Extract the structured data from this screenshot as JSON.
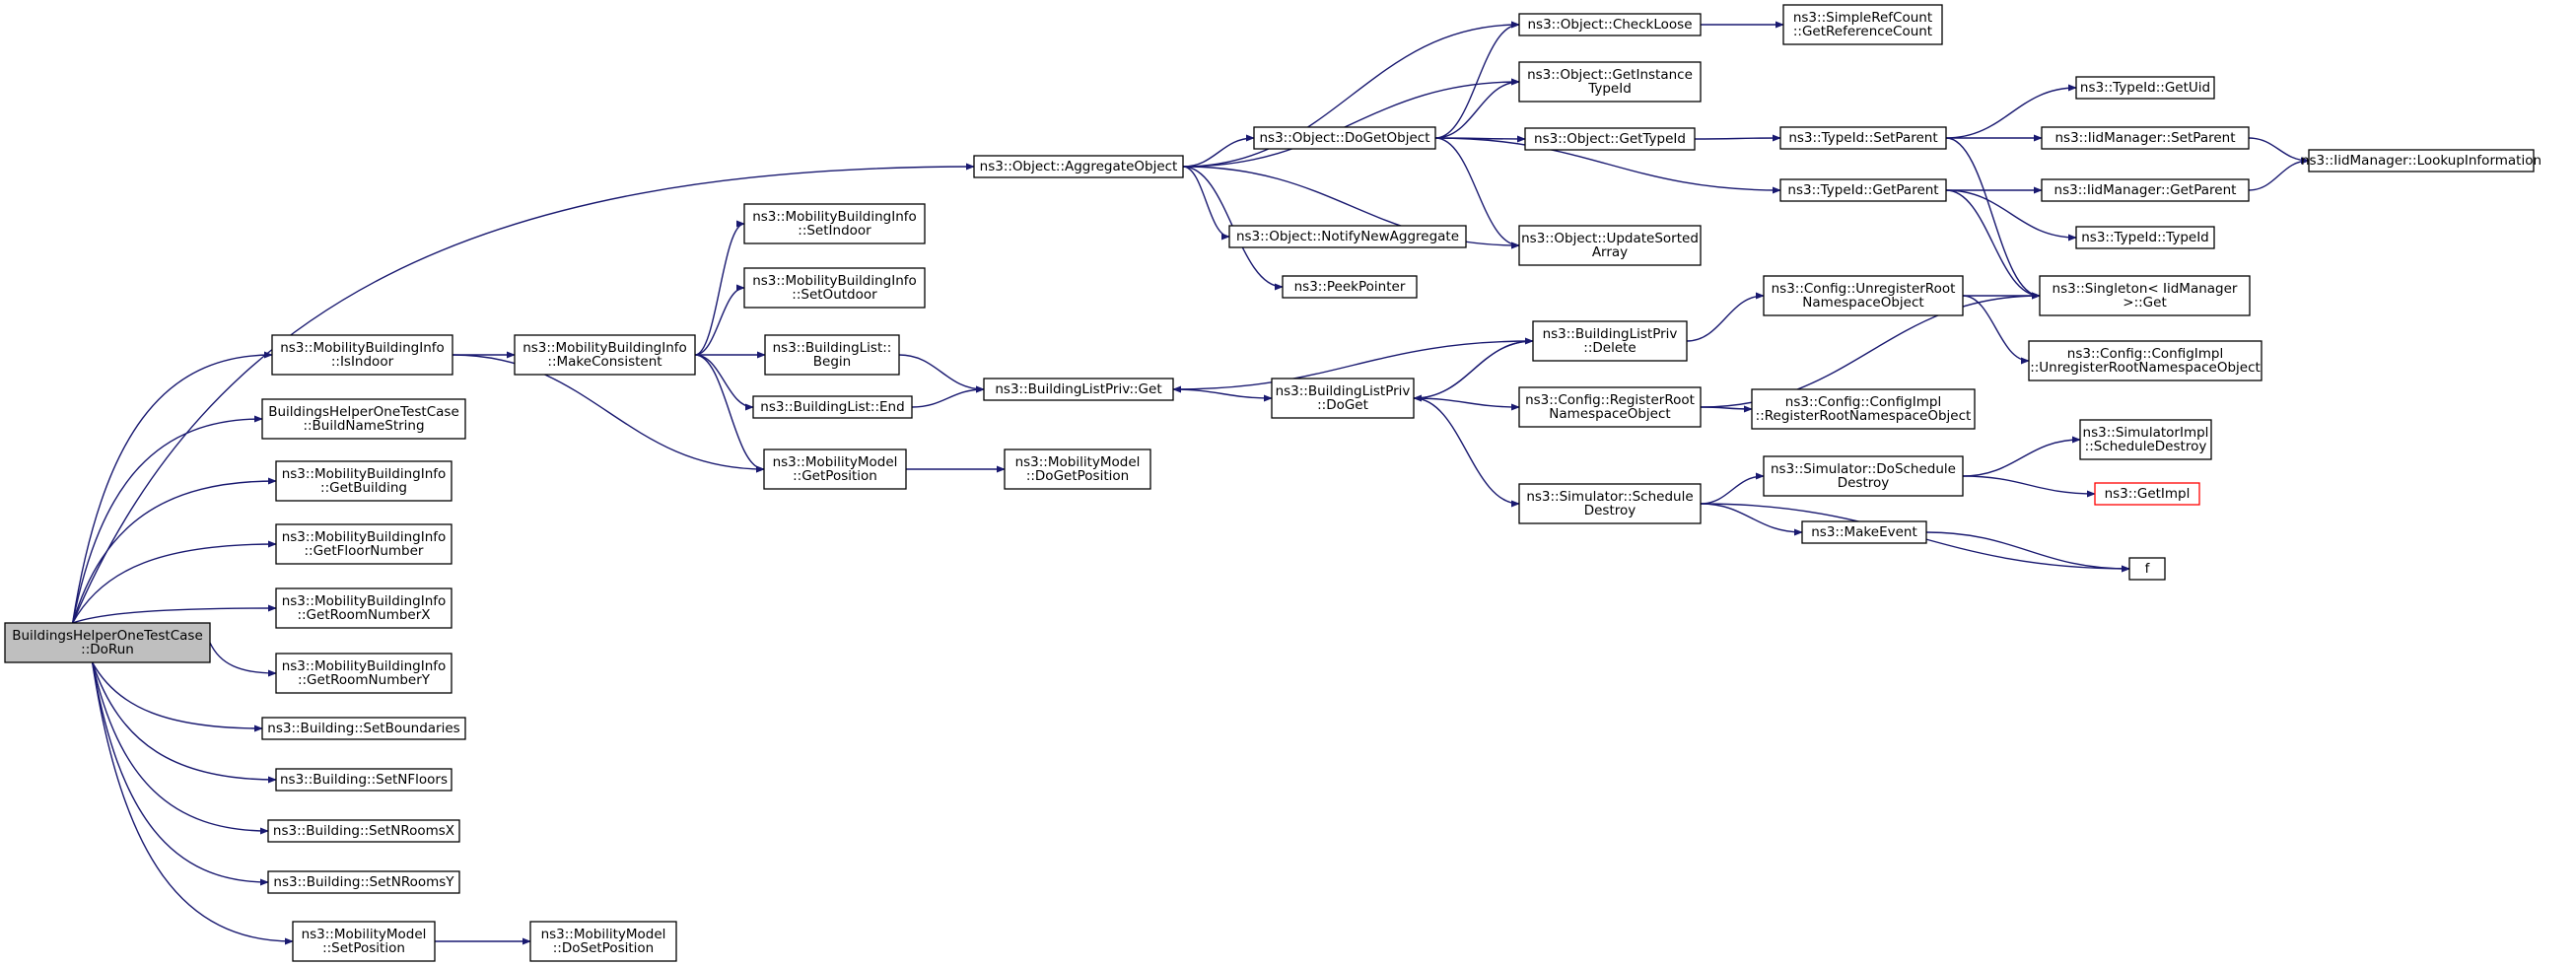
{
  "colors": {
    "edge": "#191970",
    "root_fill": "#bfbfbf",
    "highlight_border": "#ff0000"
  },
  "nodes": [
    {
      "id": "root",
      "lines": [
        "BuildingsHelperOneTestCase",
        "::DoRun"
      ]
    },
    {
      "id": "mbi_isindoor",
      "lines": [
        "ns3::MobilityBuildingInfo",
        "::IsIndoor"
      ]
    },
    {
      "id": "bh_buildname",
      "lines": [
        "BuildingsHelperOneTestCase",
        "::BuildNameString"
      ]
    },
    {
      "id": "mbi_getbuilding",
      "lines": [
        "ns3::MobilityBuildingInfo",
        "::GetBuilding"
      ]
    },
    {
      "id": "mbi_getfloor",
      "lines": [
        "ns3::MobilityBuildingInfo",
        "::GetFloorNumber"
      ]
    },
    {
      "id": "mbi_getroomx",
      "lines": [
        "ns3::MobilityBuildingInfo",
        "::GetRoomNumberX"
      ]
    },
    {
      "id": "mbi_getroomy",
      "lines": [
        "ns3::MobilityBuildingInfo",
        "::GetRoomNumberY"
      ]
    },
    {
      "id": "b_setboundaries",
      "lines": [
        "ns3::Building::SetBoundaries"
      ]
    },
    {
      "id": "b_setnfloors",
      "lines": [
        "ns3::Building::SetNFloors"
      ]
    },
    {
      "id": "b_setnroomsx",
      "lines": [
        "ns3::Building::SetNRoomsX"
      ]
    },
    {
      "id": "b_setnroomsy",
      "lines": [
        "ns3::Building::SetNRoomsY"
      ]
    },
    {
      "id": "mm_setposition",
      "lines": [
        "ns3::MobilityModel",
        "::SetPosition"
      ]
    },
    {
      "id": "mm_dosetposition",
      "lines": [
        "ns3::MobilityModel",
        "::DoSetPosition"
      ]
    },
    {
      "id": "mbi_makeconsistent",
      "lines": [
        "ns3::MobilityBuildingInfo",
        "::MakeConsistent"
      ]
    },
    {
      "id": "mbi_setindoor",
      "lines": [
        "ns3::MobilityBuildingInfo",
        "::SetIndoor"
      ]
    },
    {
      "id": "mbi_setoutdoor",
      "lines": [
        "ns3::MobilityBuildingInfo",
        "::SetOutdoor"
      ]
    },
    {
      "id": "bl_begin",
      "lines": [
        "ns3::BuildingList::",
        "Begin"
      ]
    },
    {
      "id": "bl_end",
      "lines": [
        "ns3::BuildingList::End"
      ]
    },
    {
      "id": "mm_getposition",
      "lines": [
        "ns3::MobilityModel",
        "::GetPosition"
      ]
    },
    {
      "id": "mm_dogetposition",
      "lines": [
        "ns3::MobilityModel",
        "::DoGetPosition"
      ]
    },
    {
      "id": "blp_get",
      "lines": [
        "ns3::BuildingListPriv::Get"
      ]
    },
    {
      "id": "blp_doget",
      "lines": [
        "ns3::BuildingListPriv",
        "::DoGet"
      ]
    },
    {
      "id": "obj_aggregate",
      "lines": [
        "ns3::Object::AggregateObject"
      ]
    },
    {
      "id": "obj_dogetobject",
      "lines": [
        "ns3::Object::DoGetObject"
      ]
    },
    {
      "id": "obj_notify",
      "lines": [
        "ns3::Object::NotifyNewAggregate"
      ]
    },
    {
      "id": "peekpointer",
      "lines": [
        "ns3::PeekPointer"
      ]
    },
    {
      "id": "obj_checkloose",
      "lines": [
        "ns3::Object::CheckLoose"
      ]
    },
    {
      "id": "obj_getinstance",
      "lines": [
        "ns3::Object::GetInstance",
        "TypeId"
      ]
    },
    {
      "id": "obj_gettypeid",
      "lines": [
        "ns3::Object::GetTypeId"
      ]
    },
    {
      "id": "obj_updatesorted",
      "lines": [
        "ns3::Object::UpdateSorted",
        "Array"
      ]
    },
    {
      "id": "blp_delete",
      "lines": [
        "ns3::BuildingListPriv",
        "::Delete"
      ]
    },
    {
      "id": "cfg_registerroot",
      "lines": [
        "ns3::Config::RegisterRoot",
        "NamespaceObject"
      ]
    },
    {
      "id": "sim_scheduledestroy",
      "lines": [
        "ns3::Simulator::Schedule",
        "Destroy"
      ]
    },
    {
      "id": "src_getrefcount",
      "lines": [
        "ns3::SimpleRefCount",
        "::GetReferenceCount"
      ]
    },
    {
      "id": "tid_setparent",
      "lines": [
        "ns3::TypeId::SetParent"
      ]
    },
    {
      "id": "tid_getparent",
      "lines": [
        "ns3::TypeId::GetParent"
      ]
    },
    {
      "id": "cfg_unregisterroot",
      "lines": [
        "ns3::Config::UnregisterRoot",
        "NamespaceObject"
      ]
    },
    {
      "id": "cfgimpl_register",
      "lines": [
        "ns3::Config::ConfigImpl",
        "::RegisterRootNamespaceObject"
      ]
    },
    {
      "id": "sim_doschedule",
      "lines": [
        "ns3::Simulator::DoSchedule",
        "Destroy"
      ]
    },
    {
      "id": "makeevent",
      "lines": [
        "ns3::MakeEvent"
      ]
    },
    {
      "id": "tid_getuid",
      "lines": [
        "ns3::TypeId::GetUid"
      ]
    },
    {
      "id": "iid_setparent",
      "lines": [
        "ns3::IidManager::SetParent"
      ]
    },
    {
      "id": "iid_getparent",
      "lines": [
        "ns3::IidManager::GetParent"
      ]
    },
    {
      "id": "tid_typeid",
      "lines": [
        "ns3::TypeId::TypeId"
      ]
    },
    {
      "id": "singleton_get",
      "lines": [
        "ns3::Singleton< IidManager",
        " >::Get"
      ]
    },
    {
      "id": "cfgimpl_unregister",
      "lines": [
        "ns3::Config::ConfigImpl",
        "::UnregisterRootNamespaceObject"
      ]
    },
    {
      "id": "simimpl_scheduledestroy",
      "lines": [
        "ns3::SimulatorImpl",
        "::ScheduleDestroy"
      ]
    },
    {
      "id": "getimpl",
      "lines": [
        "ns3::GetImpl"
      ]
    },
    {
      "id": "f",
      "lines": [
        "f"
      ]
    },
    {
      "id": "iid_lookup",
      "lines": [
        "ns3::IidManager::LookupInformation"
      ]
    }
  ]
}
